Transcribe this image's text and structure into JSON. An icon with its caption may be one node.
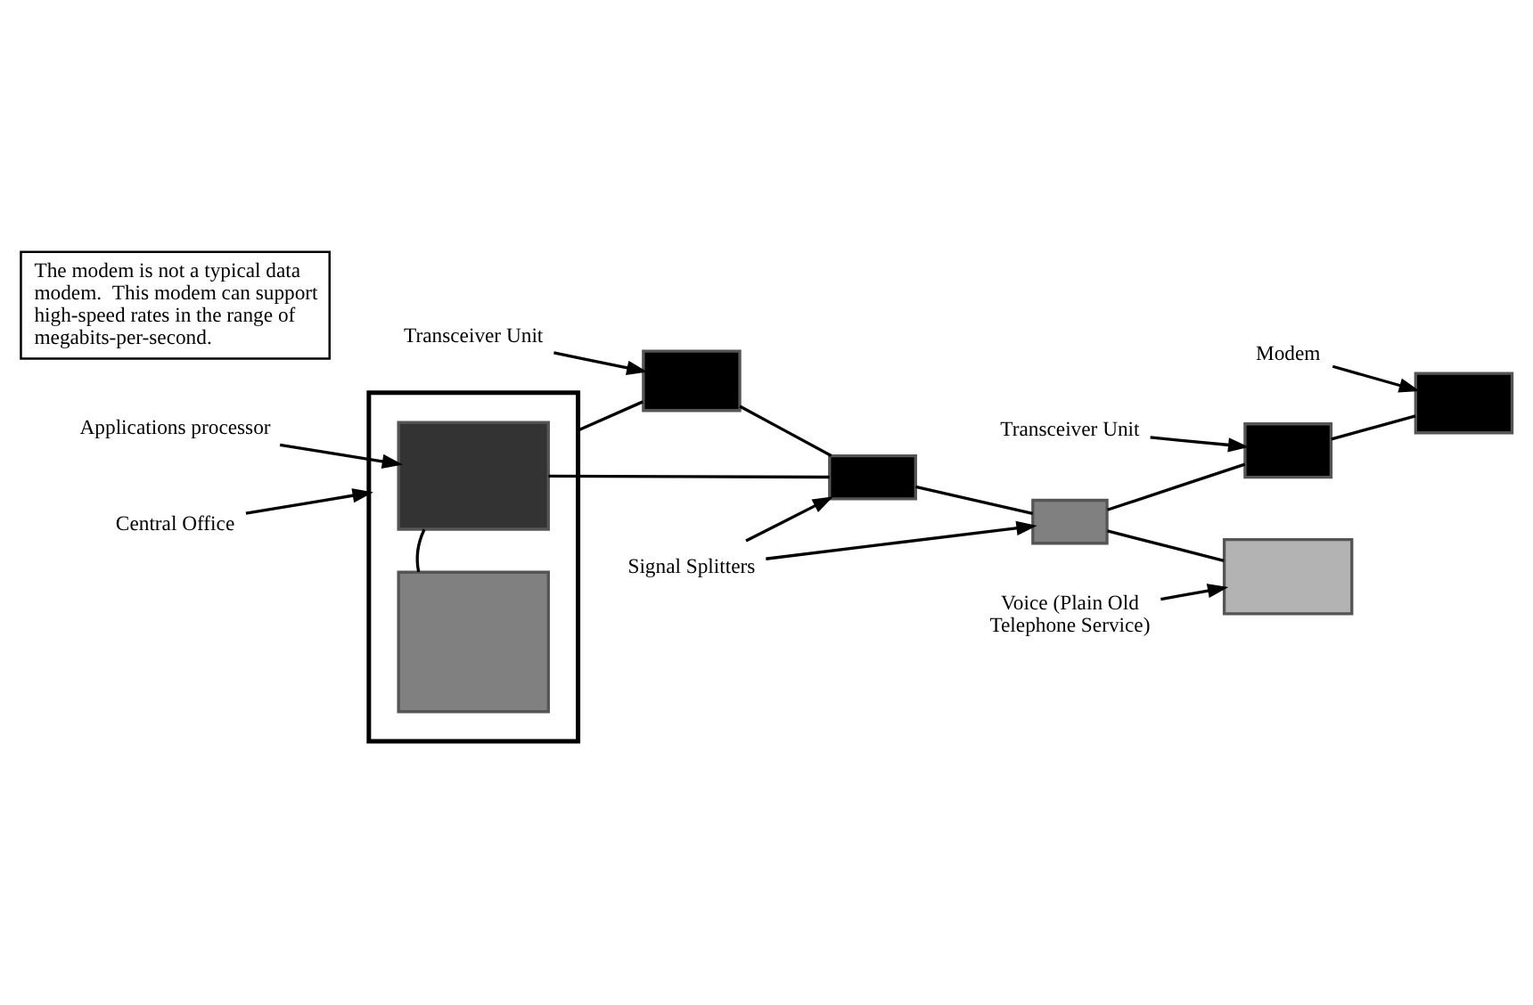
{
  "diagram": {
    "nodes": [
      {
        "text": [],
        "shape": "box"
      },
      {
        "text": [],
        "shape": "box",
        "in": 0
      },
      {
        "text": [],
        "shape": "box",
        "in": 0
      },
      {
        "text": [],
        "shape": "box"
      },
      {
        "text": [],
        "shape": "box"
      },
      {
        "text": [],
        "shape": "box"
      },
      {
        "text": [],
        "shape": "box"
      },
      {
        "text": [],
        "shape": "box"
      },
      {
        "text": [],
        "shape": "box"
      },
      {
        "text": [
          "Applications processor"
        ]
      },
      {
        "text": [
          "Signal Splitters"
        ]
      },
      {
        "text": [
          "Modem"
        ]
      },
      {
        "text": [
          "Transceiver Unit"
        ]
      },
      {
        "text": [
          "Transceiver Unit"
        ]
      },
      {
        "text": [
          "Central Office"
        ]
      },
      {
        "text": [
          "Voice (Plain Old Telephone Service)"
        ]
      },
      {
        "text": [
          "The modem is not a typical data modem.  This modem can support high-speed rates in the range of megabits-per-second."
        ]
      }
    ],
    "edges": [
      {
        "from": 1,
        "to": 2,
        "arrow": "none"
      },
      {
        "from": 0,
        "to": 3,
        "arrow": "none"
      },
      {
        "from": 3,
        "to": 4,
        "arrow": "none"
      },
      {
        "from": 1,
        "to": 4,
        "arrow": "none"
      },
      {
        "from": 4,
        "to": 5,
        "arrow": "none"
      },
      {
        "from": 5,
        "to": 6,
        "arrow": "none"
      },
      {
        "from": 6,
        "to": 7,
        "arrow": "none"
      },
      {
        "from": 5,
        "to": 8,
        "arrow": "none"
      },
      {
        "from": 9,
        "to": 1,
        "arrow": "to"
      },
      {
        "from": 10,
        "to": 4,
        "arrow": "to"
      },
      {
        "from": 10,
        "to": 5,
        "arrow": "to"
      },
      {
        "from": 11,
        "to": 7,
        "arrow": "to"
      },
      {
        "from": 12,
        "to": 6,
        "arrow": "to"
      },
      {
        "from": 13,
        "to": 3,
        "arrow": "to"
      },
      {
        "from": 14,
        "to": 0,
        "arrow": "to"
      },
      {
        "from": 15,
        "to": 8,
        "arrow": "to"
      }
    ]
  }
}
